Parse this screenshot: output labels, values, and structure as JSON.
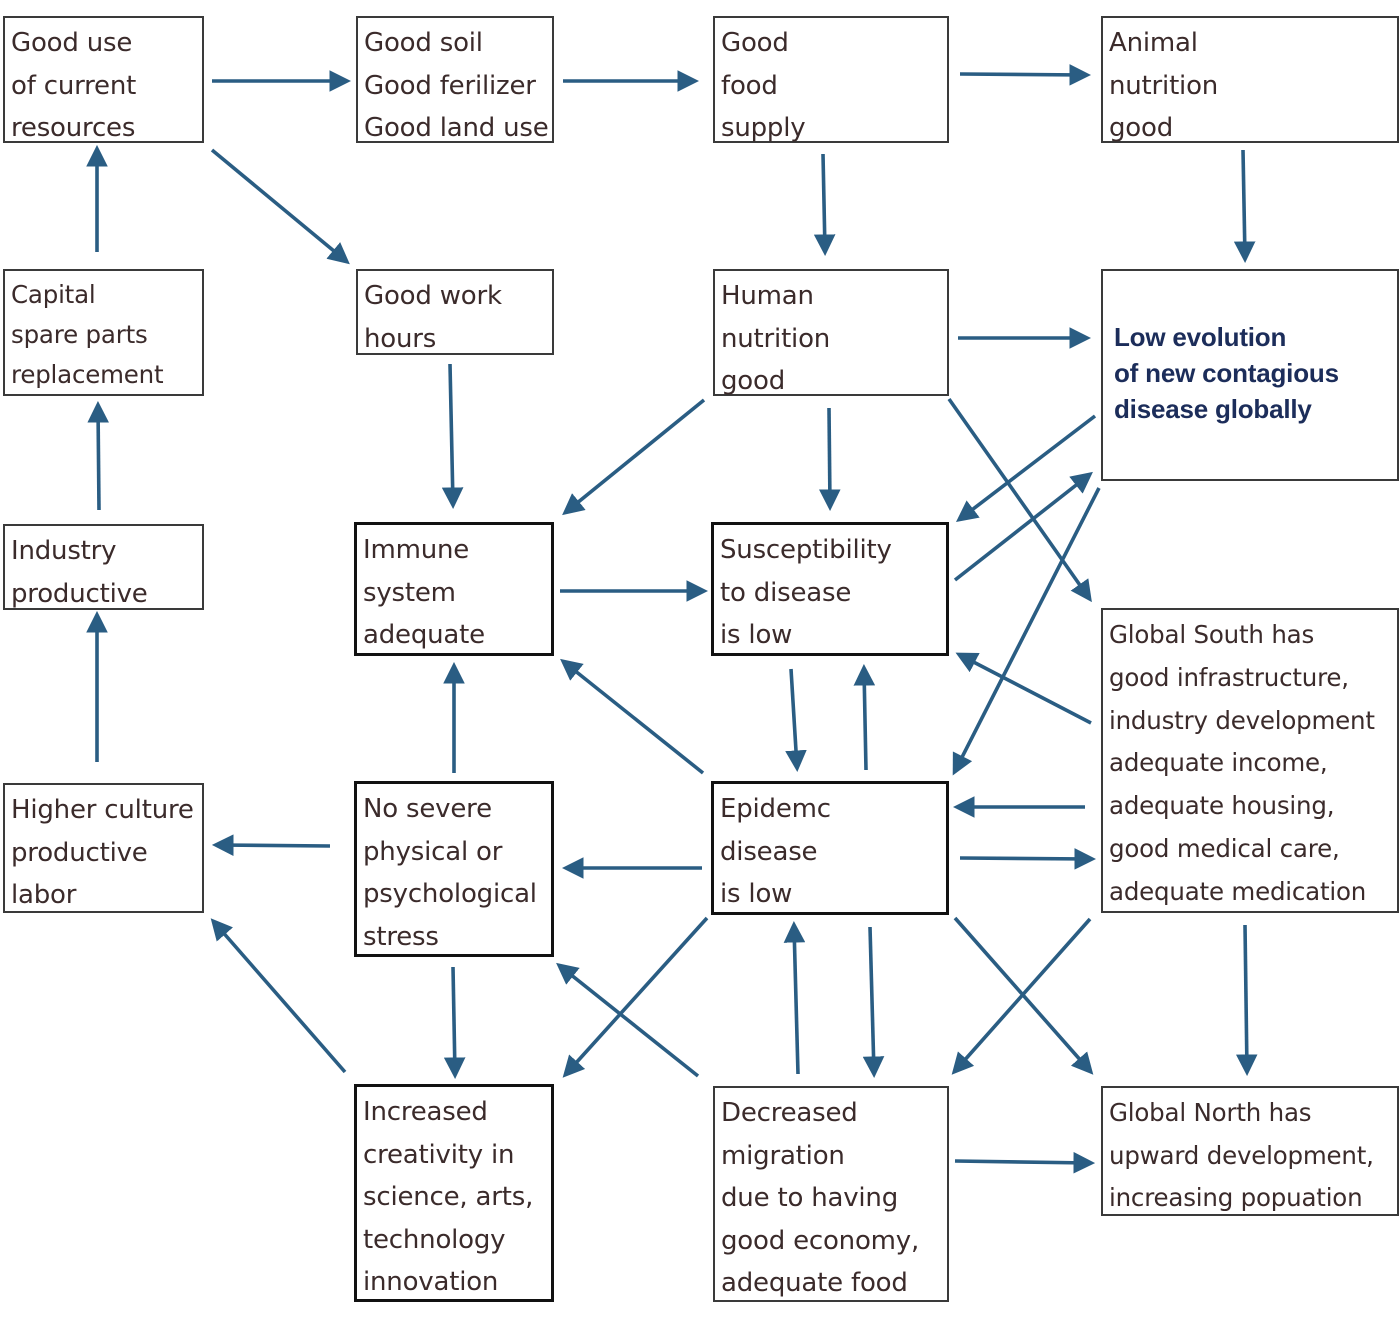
{
  "colors": {
    "arrow": "#2a5d83",
    "box_border": "#3a3a3a",
    "text": "#3b2b2b",
    "highlight_text": "#1c2d5a"
  },
  "nodes": {
    "good_use": [
      "Good use",
      "of current",
      "resources"
    ],
    "good_soil": [
      "Good soil",
      "Good ferilizer",
      "Good land use"
    ],
    "good_food": [
      "Good",
      "food",
      "supply"
    ],
    "animal_nutrition": [
      "Animal",
      "nutrition",
      "good"
    ],
    "capital": [
      "Capital",
      "spare parts",
      "replacement"
    ],
    "good_work": [
      "Good work",
      "hours"
    ],
    "human_nutrition": [
      "Human",
      "nutrition",
      "good"
    ],
    "low_evolution": [
      "Low evolution",
      "of new contagious",
      "disease globally"
    ],
    "industry": [
      "Industry",
      "productive"
    ],
    "immune": [
      "Immune",
      "system",
      "adequate"
    ],
    "susceptibility": [
      "Susceptibility",
      "to disease",
      "is low"
    ],
    "global_south": [
      "Global South has",
      "good infrastructure,",
      "industry development",
      "adequate income,",
      "adequate housing,",
      "good medical care,",
      "adequate medication"
    ],
    "higher_culture": [
      "Higher culture",
      "productive",
      "labor"
    ],
    "no_stress": [
      "No severe",
      "physical or",
      "psychological",
      "stress"
    ],
    "epidemic": [
      "Epidemc",
      "disease",
      "is low"
    ],
    "creativity": [
      "Increased",
      "creativity in",
      "science, arts,",
      "technology",
      "innovation"
    ],
    "migration": [
      "Decreased",
      "migration",
      "due to having",
      "good economy,",
      "adequate food"
    ],
    "global_north": [
      "Global North has",
      "upward development,",
      "increasing popuation"
    ]
  }
}
